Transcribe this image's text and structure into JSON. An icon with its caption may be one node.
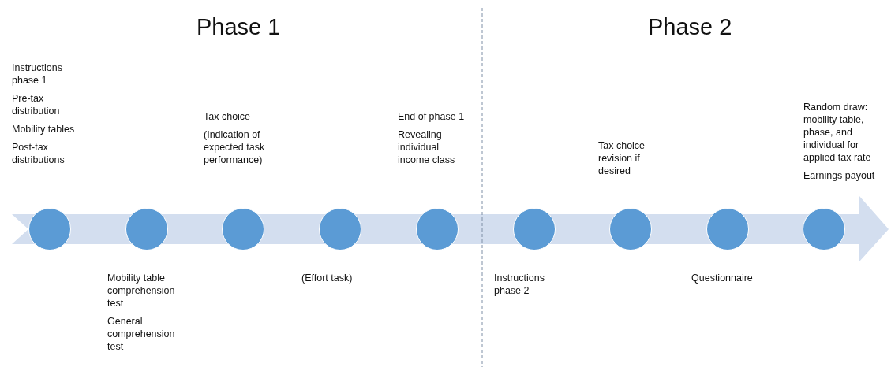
{
  "diagram": {
    "nodes": [
      {
        "text": [],
        "shape": "circle",
        "beside": [
          "Instructions phase 1",
          "Pre-tax distribution",
          "Mobility tables",
          "Post-tax distributions"
        ]
      },
      {
        "text": [],
        "shape": "circle",
        "beside": [
          "Mobility table comprehension test",
          "General comprehension test"
        ]
      },
      {
        "text": [],
        "shape": "circle",
        "beside": [
          "Tax choice",
          "(Indication of expected task performance)"
        ]
      },
      {
        "text": [],
        "shape": "circle",
        "beside": [
          "(Effort task)"
        ]
      },
      {
        "text": [],
        "shape": "circle",
        "beside": [
          "End of phase 1",
          "Revealing individual income class"
        ]
      },
      {
        "text": [],
        "shape": "circle",
        "beside": [
          "Instructions phase 2"
        ]
      },
      {
        "text": [],
        "shape": "circle",
        "beside": [
          "Tax choice revision if desired"
        ]
      },
      {
        "text": [],
        "shape": "circle",
        "beside": [
          "Questionnaire"
        ]
      },
      {
        "text": [],
        "shape": "circle",
        "beside": [
          "Random draw: mobility table, phase, and individual for applied tax rate",
          "Earnings payout"
        ]
      }
    ],
    "edges": [],
    "labels": [
      "Phase 1",
      "Phase 2"
    ]
  }
}
